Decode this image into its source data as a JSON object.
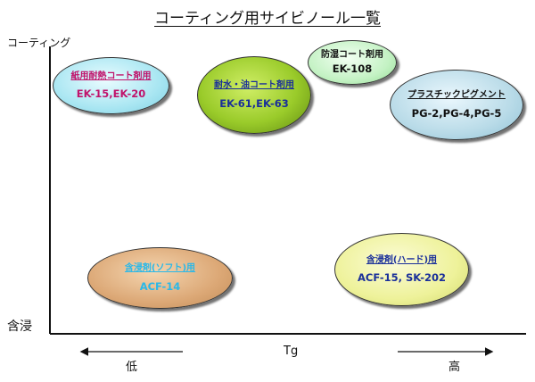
{
  "title": "コーティング用サイビノール一覧",
  "axes": {
    "y_top": "コーティング",
    "y_bottom": "含浸",
    "x_center": "Tg",
    "x_low": "低",
    "x_high": "高"
  },
  "bubbles": [
    {
      "name": "紙用耐熱コート剤用",
      "code": "EK-15,EK-20",
      "fill": "#a9e6f2",
      "text_color": "#c0136b"
    },
    {
      "name": "耐水・油コート剤用",
      "code": "EK-61,EK-63",
      "fill": "#9acb2a",
      "text_color": "#1a2f9a"
    },
    {
      "name": "防湿コート剤用",
      "code": "EK-108",
      "fill": "#c4f2c4",
      "text_color": "#111111"
    },
    {
      "name": "プラスチックピグメント",
      "code": "PG-2,PG-4,PG-5",
      "fill": "#b9dbe8",
      "text_color": "#111111"
    },
    {
      "name": "含浸剤(ソフト)用",
      "code": "ACF-14",
      "fill": "#dca876",
      "text_color": "#2ab8e8"
    },
    {
      "name": "含浸剤(ハード)用",
      "code": "ACF-15, SK-202",
      "fill": "#eef29a",
      "text_color": "#1a2f9a"
    }
  ]
}
